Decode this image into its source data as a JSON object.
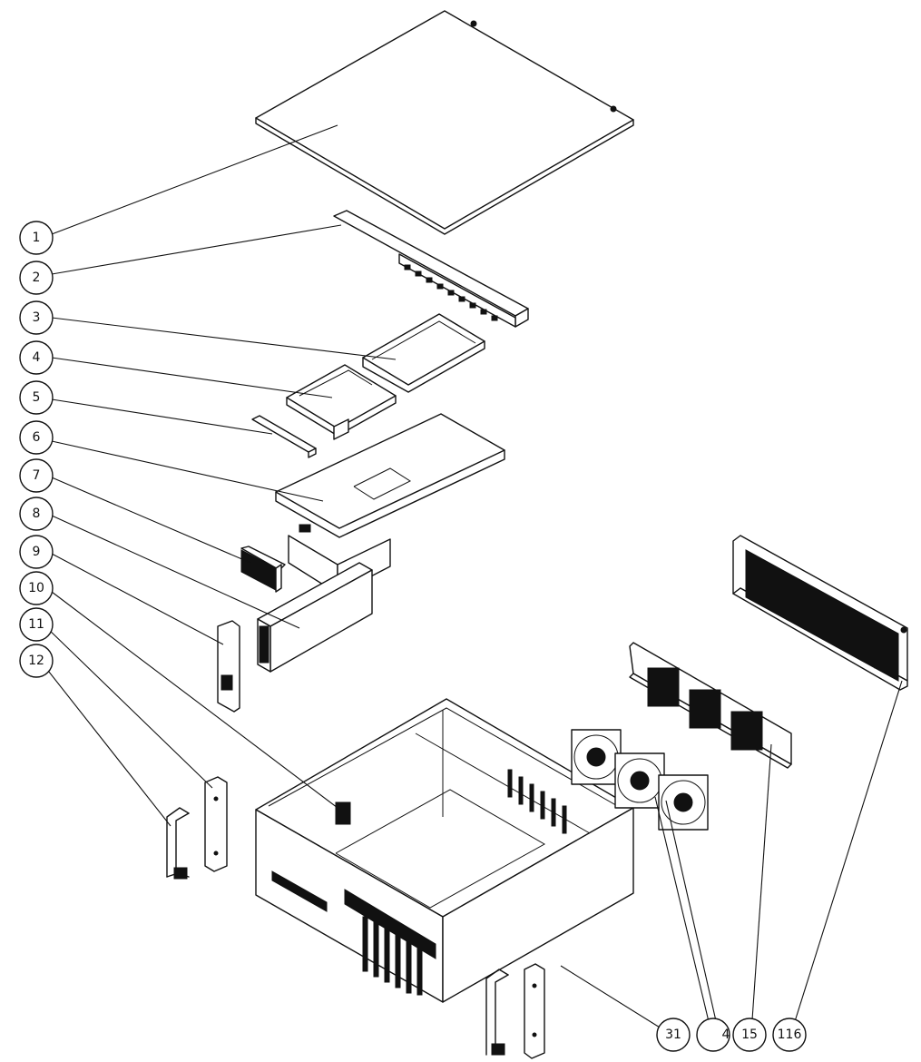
{
  "diagram": {
    "callouts": [
      {
        "id": "c1",
        "label": "1"
      },
      {
        "id": "c2",
        "label": "2"
      },
      {
        "id": "c3",
        "label": "3"
      },
      {
        "id": "c4",
        "label": "4"
      },
      {
        "id": "c5",
        "label": "5"
      },
      {
        "id": "c6",
        "label": "6"
      },
      {
        "id": "c7",
        "label": "7"
      },
      {
        "id": "c8",
        "label": "8"
      },
      {
        "id": "c9",
        "label": "9"
      },
      {
        "id": "c10",
        "label": "10"
      },
      {
        "id": "c11",
        "label": "11"
      },
      {
        "id": "c12",
        "label": "12"
      },
      {
        "id": "c31",
        "label": "31"
      },
      {
        "id": "c4b",
        "label": "4"
      },
      {
        "id": "c15",
        "label": "15"
      },
      {
        "id": "c116",
        "label": "116"
      }
    ]
  }
}
